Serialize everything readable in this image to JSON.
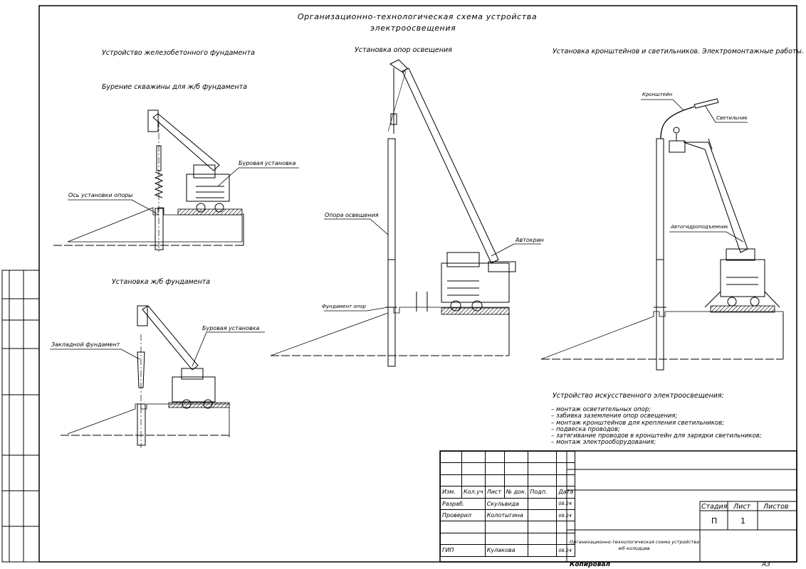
{
  "sheet": {
    "title_line1": "Организационно-технологическая схема устройства",
    "title_line2": "электроосвещения",
    "format": "А3",
    "copy_label": "Копировал"
  },
  "sections": {
    "foundation": "Устройство железобетонного фундамента",
    "drilling": "Бурение скважины для ж/б фундамента",
    "foundation_install": "Установка ж/б фундамента",
    "poles": "Установка опор освещения",
    "brackets": "Установка кронштейнов и светильников. Электромонтажные работы."
  },
  "labels": {
    "drill_rig_1": "Буровая установка",
    "pole_axis": "Ось установки опоры",
    "drill_rig_2": "Буровая установка",
    "embedded_foundation": "Закладной фундамент",
    "lighting_pole": "Опора освещения",
    "truck_crane": "Автокран",
    "pole_foundation": "Фундамент опор",
    "bracket": "Кронштейн",
    "luminaire": "Светильник",
    "aerial_platform": "Автогидроподъемник"
  },
  "notes": {
    "title": "Устройство искусственного электроосвещения:",
    "items": [
      "монтаж осветительных опор;",
      "забивка заземления опор освещения;",
      "монтаж кронштейнов для крепления светильников;",
      "подвеска проводов;",
      "затягивание проводов в кронштейн для зарядки светильников;",
      "монтаж электрооборудования;"
    ]
  },
  "title_block": {
    "headers": [
      "Изм.",
      "Кол.уч",
      "Лист",
      "№ док.",
      "Подп.",
      "Дата"
    ],
    "rows": [
      {
        "role": "Разраб.",
        "name": "Скульвида",
        "date": "08.24"
      },
      {
        "role": "Проверил",
        "name": "Колотыгина",
        "date": "08.24"
      },
      {
        "role": "ГИП",
        "name": "Кулакова",
        "date": "08.24"
      }
    ],
    "stage_header": "Стадия",
    "sheet_header": "Лист",
    "sheets_header": "Листов",
    "stage": "П",
    "sheet": "1",
    "sheets": "",
    "description_line1": "Организационно-технологическая схема устройства",
    "description_line2": "жб колодцев"
  }
}
